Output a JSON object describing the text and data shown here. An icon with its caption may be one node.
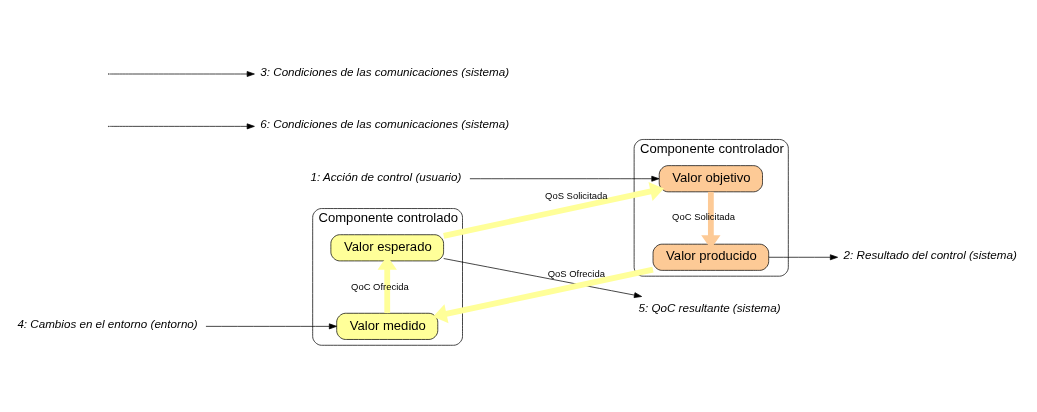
{
  "diagram": {
    "nodes": [
      {
        "text": [
          "Componente controlado"
        ]
      },
      {
        "text": [
          "Valor esperado"
        ],
        "in": 0
      },
      {
        "text": [
          "Valor medido"
        ],
        "in": 0
      },
      {
        "text": [
          "Componente controlador"
        ]
      },
      {
        "text": [
          "Valor objetivo"
        ],
        "in": 3
      },
      {
        "text": [
          "Valor producido"
        ],
        "in": 3
      },
      {
        "text": [
          "5: QoC resultante (sistema)"
        ]
      },
      {
        "text": [
          "1: Acción de control (usuario)"
        ]
      },
      {
        "text": [
          "4: Cambios en el entorno (entorno)"
        ]
      },
      {
        "text": [
          "2: Resultado del control (sistema)"
        ]
      },
      {
        "text": [
          "6: Condiciones de las comunicaciones (sistema)"
        ]
      },
      {
        "text": [
          "3: Condiciones de las comunicaciones (sistema)"
        ]
      }
    ],
    "edges": [
      {
        "from": 1,
        "to": 4,
        "arrow": "to",
        "label": "QoS Solicitada",
        "style": "thick",
        "color": "#ffff99"
      },
      {
        "from": 4,
        "to": 5,
        "arrow": "to",
        "label": "QoC Solicitada",
        "style": "thick",
        "color": "#fdca96"
      },
      {
        "from": 5,
        "to": 2,
        "arrow": "to",
        "label": "QoS Ofrecida",
        "style": "thick",
        "color": "#ffff99"
      },
      {
        "from": 2,
        "to": 1,
        "arrow": "to",
        "label": "QoC Ofrecida",
        "style": "thick",
        "color": "#ffff99"
      },
      {
        "from": 1,
        "to": 6,
        "arrow": "to"
      },
      {
        "from": 7,
        "to": 4,
        "arrow": "to"
      },
      {
        "from": 8,
        "to": 2,
        "arrow": "to"
      },
      {
        "from": 5,
        "to": 9,
        "arrow": "to"
      },
      {
        "from": null,
        "to": 10,
        "arrow": "to"
      },
      {
        "from": null,
        "to": 11,
        "arrow": "to"
      }
    ]
  }
}
